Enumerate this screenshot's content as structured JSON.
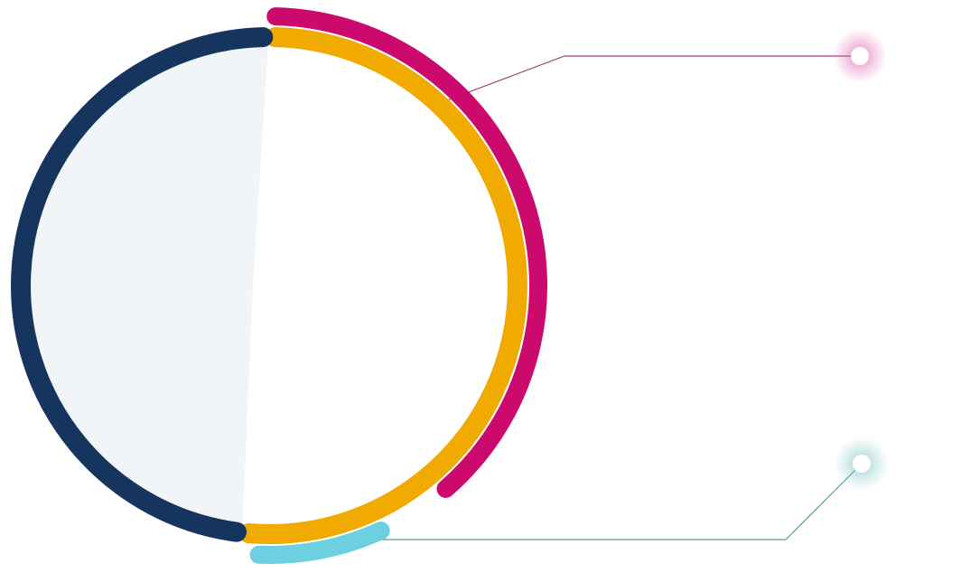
{
  "chart_data": {
    "type": "pie",
    "title": "",
    "inner_arcs": [
      {
        "name": "",
        "percent": 51.7,
        "color": "#F0AA00"
      },
      {
        "name": "",
        "percent": 48.3,
        "color": "#15355E"
      }
    ],
    "outer_arcs": [
      {
        "name": "",
        "percent": 39.0,
        "color": "#CC0A6E",
        "start_percent": 0.0
      },
      {
        "name": "",
        "percent": 8.2,
        "color": "#6DD0E0",
        "start_percent": 42.8
      }
    ],
    "inner_fill_color": "#F2F5F8",
    "callouts": [
      {
        "arc": 0,
        "color": "#A0427F",
        "glow": "#E35FB0"
      },
      {
        "arc": 1,
        "color": "#5A9A9E",
        "glow": "#7FC3C3"
      }
    ]
  }
}
